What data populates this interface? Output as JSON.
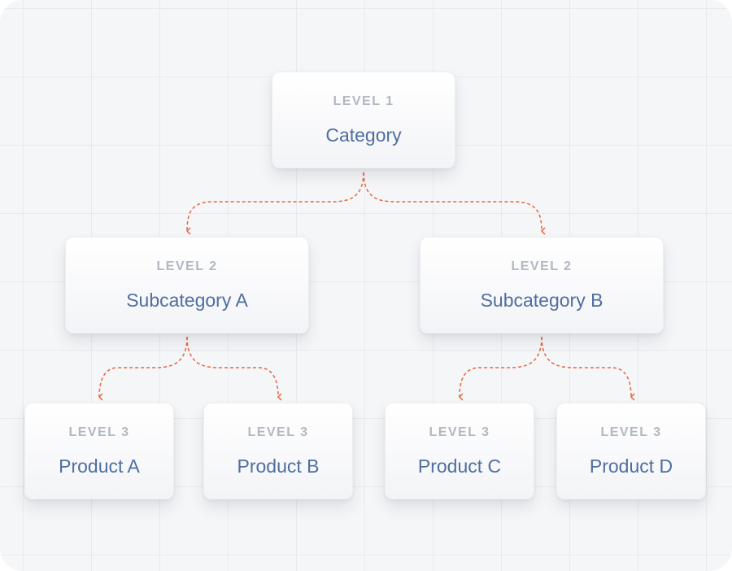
{
  "colors": {
    "connector": "#e8673e",
    "node_title": "#4f6ea0",
    "level_label": "#b2b7c3",
    "background": "#f5f6f8"
  },
  "root": {
    "level": "LEVEL 1",
    "name": "Category"
  },
  "subcategories": [
    {
      "level": "LEVEL 2",
      "name": "Subcategory A",
      "products": [
        {
          "level": "LEVEL 3",
          "name": "Product A"
        },
        {
          "level": "LEVEL 3",
          "name": "Product B"
        }
      ]
    },
    {
      "level": "LEVEL 2",
      "name": "Subcategory B",
      "products": [
        {
          "level": "LEVEL 3",
          "name": "Product C"
        },
        {
          "level": "LEVEL 3",
          "name": "Product D"
        }
      ]
    }
  ]
}
